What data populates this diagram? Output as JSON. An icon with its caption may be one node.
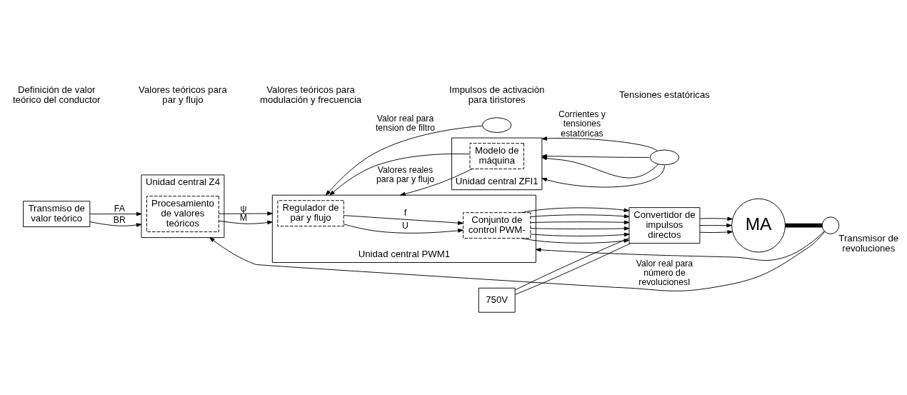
{
  "diagram": {
    "nodes": [
      {
        "text": [
          "Transmiso de valor teórico"
        ]
      },
      {
        "text": [
          "Unidad central Z4"
        ]
      },
      {
        "text": [
          "Procesamiento de valores teóricos"
        ],
        "in": 1
      },
      {
        "text": [
          "Unidad central PWM1"
        ]
      },
      {
        "text": [
          "Regulador de par y flujo"
        ],
        "in": 3
      },
      {
        "text": [
          "Conjunto de control PWM-"
        ],
        "in": 3
      },
      {
        "text": [
          "Convertidor de impulsos directos"
        ]
      },
      {
        "text": [
          "MA"
        ]
      },
      {
        "text": [
          "Transmisor de revoluciones"
        ]
      },
      {
        "text": [
          "Unidad central ZFI1"
        ]
      },
      {
        "text": [
          "Modelo de máquina"
        ],
        "in": 9
      },
      {
        "text": [],
        "shape": "oval"
      },
      {
        "text": [],
        "shape": "oval"
      },
      {
        "text": [
          "750V"
        ]
      }
    ],
    "edges": [
      {
        "from": 0,
        "to": 1,
        "arrow": "to",
        "label": "FA"
      },
      {
        "from": 0,
        "to": 1,
        "arrow": "to",
        "label": "BR"
      },
      {
        "from": 2,
        "to": 3,
        "arrow": "to",
        "label": "M"
      },
      {
        "from": 2,
        "to": 3,
        "arrow": "to",
        "label": "ψ"
      },
      {
        "from": 4,
        "to": 5,
        "arrow": "to",
        "label": "U"
      },
      {
        "from": 4,
        "to": 5,
        "arrow": "to",
        "label": "f"
      },
      {
        "from": 5,
        "to": 6,
        "arrow": "to"
      },
      {
        "from": 5,
        "to": 6,
        "arrow": "to"
      },
      {
        "from": 5,
        "to": 6,
        "arrow": "to"
      },
      {
        "from": 5,
        "to": 6,
        "arrow": "to"
      },
      {
        "from": 5,
        "to": 6,
        "arrow": "to"
      },
      {
        "from": 5,
        "to": 6,
        "arrow": "to"
      },
      {
        "from": 13,
        "to": 6,
        "arrow": "none"
      },
      {
        "from": 13,
        "to": 6,
        "arrow": "none"
      },
      {
        "from": 11,
        "to": 3,
        "arrow": "to",
        "label": "Valor real para tension de filtro"
      },
      {
        "from": 6,
        "to": 7,
        "arrow": "to"
      },
      {
        "from": 6,
        "to": 7,
        "arrow": "to"
      },
      {
        "from": 6,
        "to": 7,
        "arrow": "to"
      },
      {
        "from": 7,
        "to": 8,
        "arrow": "none",
        "style": "thick"
      },
      {
        "from": 12,
        "to": 9,
        "arrow": "to",
        "label": "Corrientes y tensiones estatóricas"
      },
      {
        "from": 12,
        "to": 9,
        "arrow": "to"
      },
      {
        "from": 12,
        "to": 9,
        "arrow": "to"
      },
      {
        "from": 12,
        "to": 9,
        "arrow": "to"
      },
      {
        "from": 10,
        "to": 3,
        "arrow": "to",
        "label": "Valores reales para par y flujo"
      },
      {
        "from": 10,
        "to": 3,
        "arrow": "to"
      },
      {
        "from": 8,
        "to": 1,
        "arrow": "to",
        "label": "Valor real para número de revolucionesI"
      },
      {
        "from": 8,
        "to": 3,
        "arrow": "to"
      }
    ],
    "labels": [
      "Definición de valor teórico del conductor",
      "Valores teóricos para par y flujo",
      "Valores teóricos para modulación y frecuencia",
      "Impulsos de activación para tiristores",
      "Tensiones estatóricas"
    ]
  }
}
